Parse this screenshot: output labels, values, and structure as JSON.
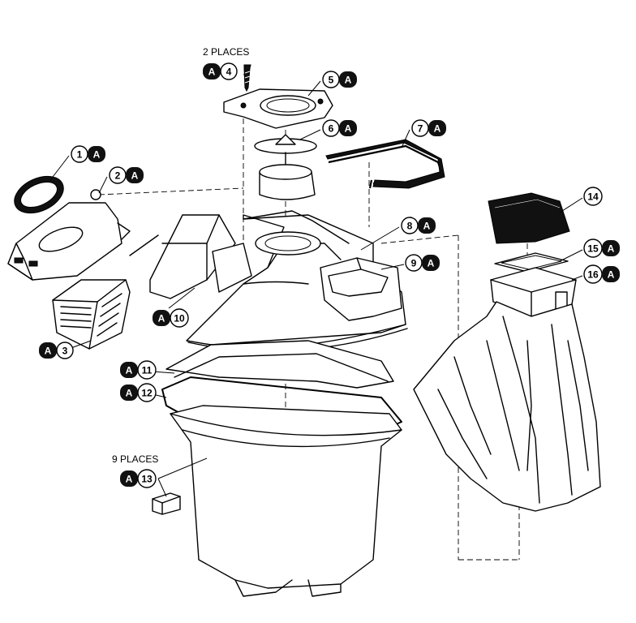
{
  "notes": {
    "top": "2 PLACES",
    "left": "9 PLACES"
  },
  "kit_letter": "A",
  "callouts": [
    {
      "id": "c4",
      "num": "4",
      "kit": true
    },
    {
      "id": "c5",
      "num": "5",
      "kit": true
    },
    {
      "id": "c6",
      "num": "6",
      "kit": true
    },
    {
      "id": "c7",
      "num": "7",
      "kit": true
    },
    {
      "id": "c1",
      "num": "1",
      "kit": true
    },
    {
      "id": "c2",
      "num": "2",
      "kit": true
    },
    {
      "id": "c8",
      "num": "8",
      "kit": true
    },
    {
      "id": "c9",
      "num": "9",
      "kit": true
    },
    {
      "id": "c14",
      "num": "14",
      "kit": false
    },
    {
      "id": "c15",
      "num": "15",
      "kit": true
    },
    {
      "id": "c16",
      "num": "16",
      "kit": true
    },
    {
      "id": "c10",
      "num": "10",
      "kit": true
    },
    {
      "id": "c3",
      "num": "3",
      "kit": true
    },
    {
      "id": "c11",
      "num": "11",
      "kit": true
    },
    {
      "id": "c12",
      "num": "12",
      "kit": true
    },
    {
      "id": "c13",
      "num": "13",
      "kit": true
    }
  ]
}
